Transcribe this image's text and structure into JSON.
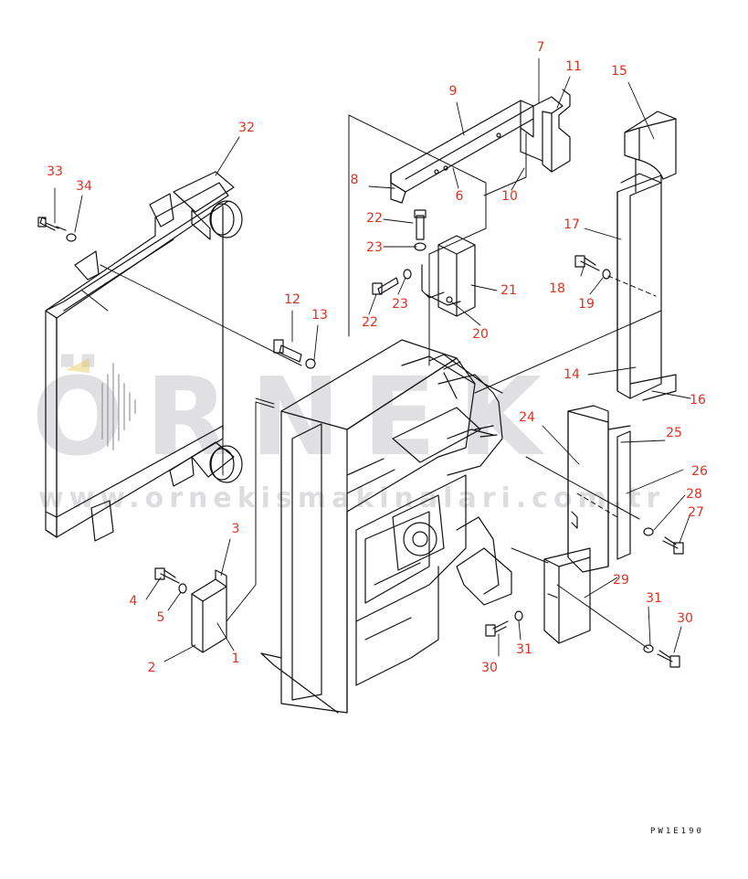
{
  "diagram": {
    "callouts": [
      "1",
      "2",
      "3",
      "4",
      "5",
      "6",
      "7",
      "8",
      "9",
      "10",
      "11",
      "12",
      "13",
      "14",
      "15",
      "16",
      "17",
      "18",
      "19",
      "20",
      "21",
      "22",
      "22",
      "23",
      "23",
      "24",
      "25",
      "26",
      "27",
      "28",
      "29",
      "30",
      "30",
      "31",
      "31",
      "32",
      "33",
      "34"
    ],
    "drawing_code": "PW1E190",
    "label_color": "#e0301e"
  },
  "watermark": {
    "text": "ÖRNEK",
    "url": "www.ornekismakinalari.com.tr",
    "color": "#b4b4b9"
  }
}
